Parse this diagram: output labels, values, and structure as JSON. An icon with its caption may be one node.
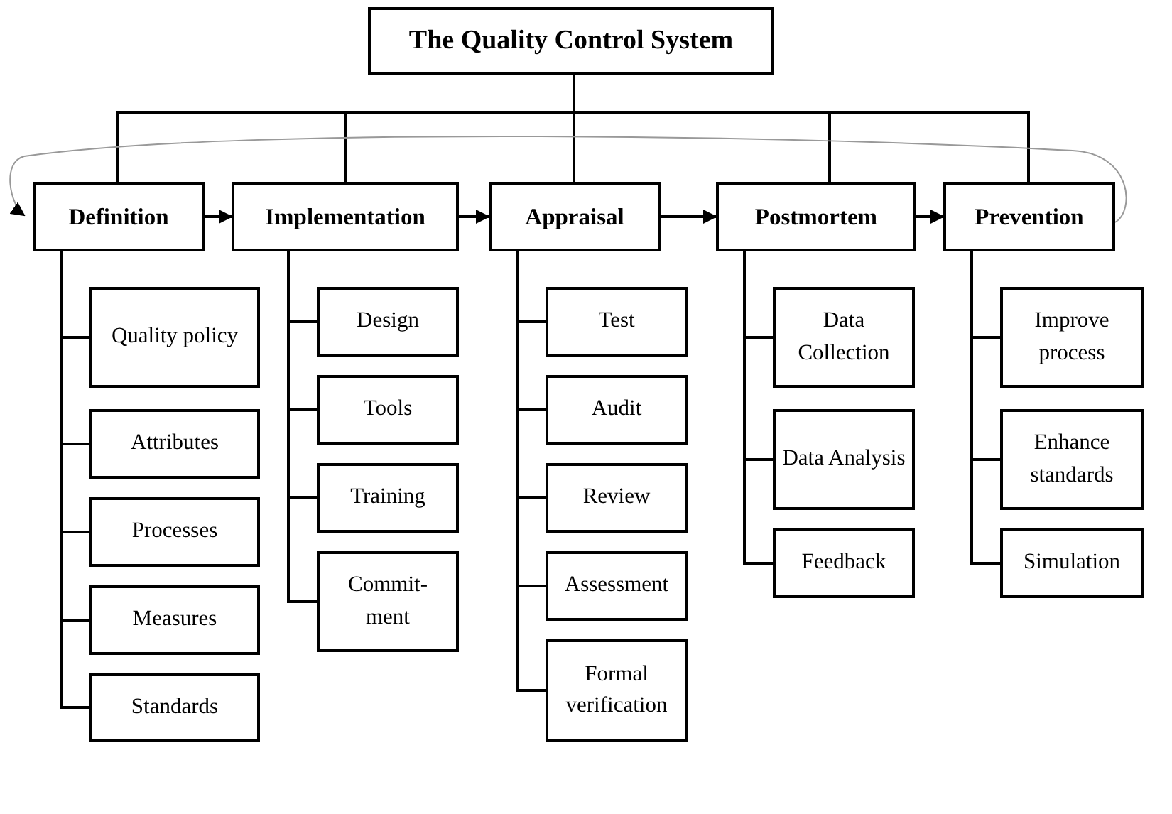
{
  "diagram": {
    "nodes": [
      {
        "text": [
          "The Quality Control System"
        ]
      },
      {
        "text": [
          "Definition"
        ]
      },
      {
        "text": [
          "Implementation"
        ]
      },
      {
        "text": [
          "Appraisal"
        ]
      },
      {
        "text": [
          "Postmortem"
        ]
      },
      {
        "text": [
          "Prevention"
        ]
      },
      {
        "text": [
          "Quality policy"
        ]
      },
      {
        "text": [
          "Attributes"
        ]
      },
      {
        "text": [
          "Processes"
        ]
      },
      {
        "text": [
          "Measures"
        ]
      },
      {
        "text": [
          "Standards"
        ]
      },
      {
        "text": [
          "Design"
        ]
      },
      {
        "text": [
          "Tools"
        ]
      },
      {
        "text": [
          "Training"
        ]
      },
      {
        "text": [
          "Commit- ment"
        ]
      },
      {
        "text": [
          "Test"
        ]
      },
      {
        "text": [
          "Audit"
        ]
      },
      {
        "text": [
          "Review"
        ]
      },
      {
        "text": [
          "Assessment"
        ]
      },
      {
        "text": [
          "Formal verification"
        ]
      },
      {
        "text": [
          "Data Collection"
        ]
      },
      {
        "text": [
          "Data Analysis"
        ]
      },
      {
        "text": [
          "Feedback"
        ]
      },
      {
        "text": [
          "Improve process"
        ]
      },
      {
        "text": [
          "Enhance standards"
        ]
      },
      {
        "text": [
          "Simulation"
        ]
      }
    ],
    "edges": [
      {
        "from": 0,
        "to": 1,
        "arrow": "none"
      },
      {
        "from": 0,
        "to": 2,
        "arrow": "none"
      },
      {
        "from": 0,
        "to": 3,
        "arrow": "none"
      },
      {
        "from": 0,
        "to": 4,
        "arrow": "none"
      },
      {
        "from": 0,
        "to": 5,
        "arrow": "none"
      },
      {
        "from": 1,
        "to": 2,
        "arrow": "to"
      },
      {
        "from": 2,
        "to": 3,
        "arrow": "to"
      },
      {
        "from": 3,
        "to": 4,
        "arrow": "to"
      },
      {
        "from": 4,
        "to": 5,
        "arrow": "to"
      },
      {
        "from": 5,
        "to": 1,
        "arrow": "to",
        "color": "#999999"
      },
      {
        "from": 1,
        "to": 6,
        "arrow": "none"
      },
      {
        "from": 1,
        "to": 7,
        "arrow": "none"
      },
      {
        "from": 1,
        "to": 8,
        "arrow": "none"
      },
      {
        "from": 1,
        "to": 9,
        "arrow": "none"
      },
      {
        "from": 1,
        "to": 10,
        "arrow": "none"
      },
      {
        "from": 2,
        "to": 11,
        "arrow": "none"
      },
      {
        "from": 2,
        "to": 12,
        "arrow": "none"
      },
      {
        "from": 2,
        "to": 13,
        "arrow": "none"
      },
      {
        "from": 2,
        "to": 14,
        "arrow": "none"
      },
      {
        "from": 3,
        "to": 15,
        "arrow": "none"
      },
      {
        "from": 3,
        "to": 16,
        "arrow": "none"
      },
      {
        "from": 3,
        "to": 17,
        "arrow": "none"
      },
      {
        "from": 3,
        "to": 18,
        "arrow": "none"
      },
      {
        "from": 3,
        "to": 19,
        "arrow": "none"
      },
      {
        "from": 4,
        "to": 20,
        "arrow": "none"
      },
      {
        "from": 4,
        "to": 21,
        "arrow": "none"
      },
      {
        "from": 4,
        "to": 22,
        "arrow": "none"
      },
      {
        "from": 5,
        "to": 23,
        "arrow": "none"
      },
      {
        "from": 5,
        "to": 24,
        "arrow": "none"
      },
      {
        "from": 5,
        "to": 25,
        "arrow": "none"
      }
    ]
  }
}
